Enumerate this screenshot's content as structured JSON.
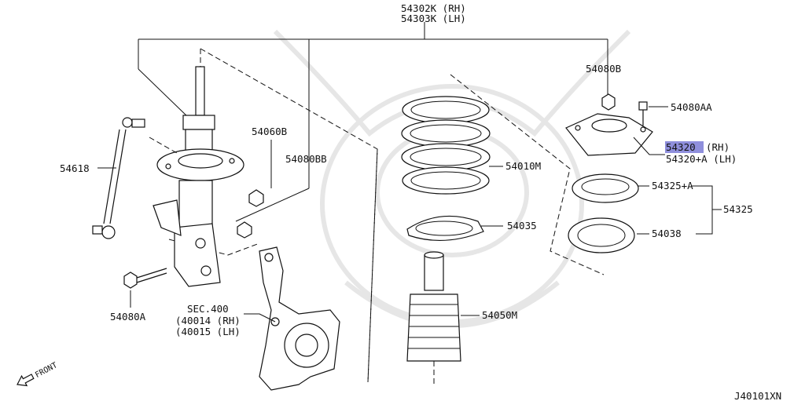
{
  "diagram": {
    "labels": {
      "assy_rh": "54302K (RH)",
      "assy_lh": "54303K (LH)",
      "p54080B": "54080B",
      "p54080AA": "54080AA",
      "p54320_code": "54320",
      "p54320_rh_suffix": "(RH)",
      "p54320_lh": "54320+A (LH)",
      "p54060B": "54060B",
      "p54080BB": "54080BB",
      "p54618": "54618",
      "p54010M": "54010M",
      "p54325A": "54325+A",
      "p54325": "54325",
      "p54035": "54035",
      "p54038": "54038",
      "p54080A": "54080A",
      "sec": "SEC.400",
      "sec_rh": "(40014 (RH)",
      "sec_lh": "(40015 (LH)",
      "p54050M": "54050M",
      "front": "FRONT",
      "diagram_id": "J40101XN"
    },
    "highlight_color": "#8f8fdc",
    "watermark_color": "#e6e6e6"
  }
}
